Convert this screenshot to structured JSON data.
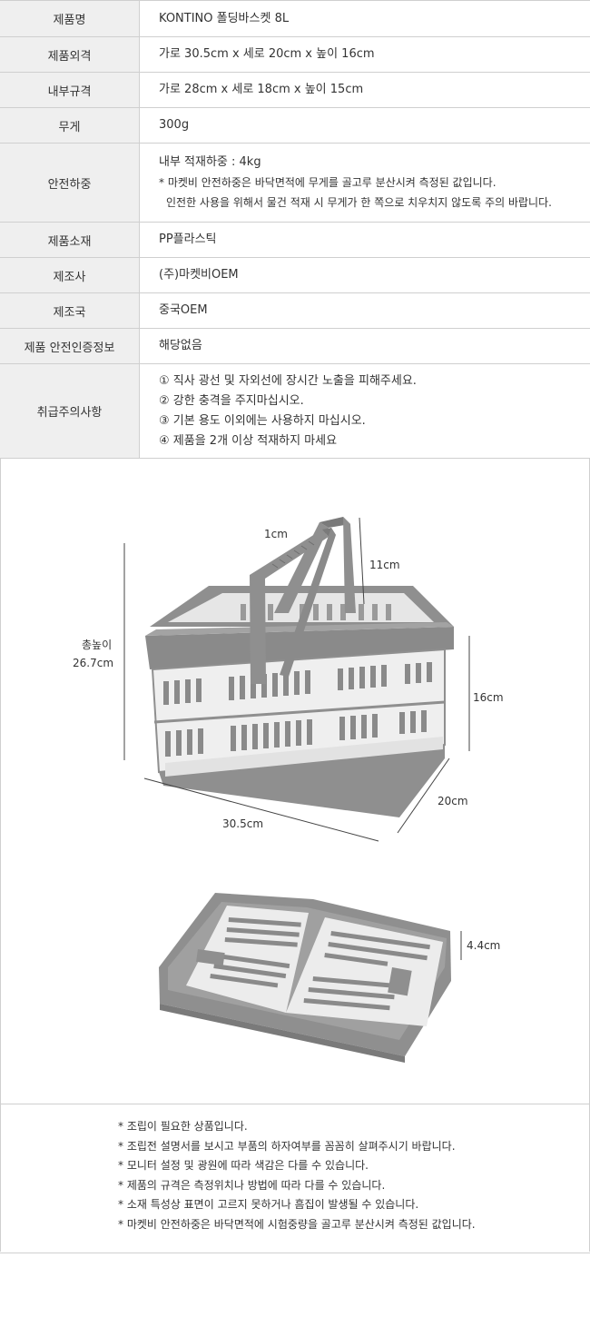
{
  "spec": {
    "rows": [
      {
        "label": "제품명",
        "lines": [
          "KONTINO 폴딩바스켓 8L"
        ]
      },
      {
        "label": "제품외격",
        "lines": [
          "가로 30.5cm x 세로 20cm x 높이 16cm"
        ]
      },
      {
        "label": "내부규격",
        "lines": [
          "가로 28cm x 세로 18cm x 높이 15cm"
        ]
      },
      {
        "label": "무게",
        "lines": [
          "300g"
        ]
      },
      {
        "label": "안전하중",
        "lines": [
          "내부 적재하중 : 4kg",
          "* 마켓비 안전하중은 바닥면적에 무게를 골고루 분산시켜 측정된 값입니다.",
          "인전한 사용을 위해서 물건 적재 시 무게가 한 쪽으로 치우치지 않도록 주의 바랍니다."
        ]
      },
      {
        "label": "제품소재",
        "lines": [
          "PP플라스틱"
        ]
      },
      {
        "label": "제조사",
        "lines": [
          "(주)마켓비OEM"
        ]
      },
      {
        "label": "제조국",
        "lines": [
          "중국OEM"
        ]
      },
      {
        "label": "제품 안전인증정보",
        "lines": [
          "해당없음"
        ]
      },
      {
        "label": "취급주의사항",
        "lines": [
          "① 직사 광선 및 자외선에 장시간 노출을 피해주세요.",
          "② 강한 충격을 주지마십시오.",
          "③ 기본 용도 이외에는 사용하지 마십시오.",
          "④ 제품을 2개 이상 적재하지 마세요"
        ]
      }
    ]
  },
  "figure": {
    "dims": {
      "handle_width": "1cm",
      "handle_height": "11cm",
      "total_height_label": "총높이",
      "total_height_value": "26.7cm",
      "height": "16cm",
      "depth": "20cm",
      "width": "30.5cm",
      "folded_height": "4.4cm"
    },
    "colors": {
      "frame": "#8f8f8f",
      "frame_dark": "#7a7a7a",
      "body": "#ececec",
      "slot": "#8a8a8a",
      "line": "#444444"
    }
  },
  "notes": [
    "* 조립이 필요한 상품입니다.",
    "* 조립전 설명서를 보시고 부품의 하자여부를 꼼꼼히 살펴주시기 바랍니다.",
    "* 모니터 설정 및 광원에 따라 색감은 다를 수 있습니다.",
    "* 제품의 규격은 측정위치나 방법에 따라 다를 수 있습니다.",
    "* 소재 특성상 표면이 고르지 못하거나 흠집이 발생될 수 있습니다.",
    "* 마켓비 안전하중은 바닥면적에 시험중량을 골고루 분산시켜 측정된 값입니다."
  ]
}
